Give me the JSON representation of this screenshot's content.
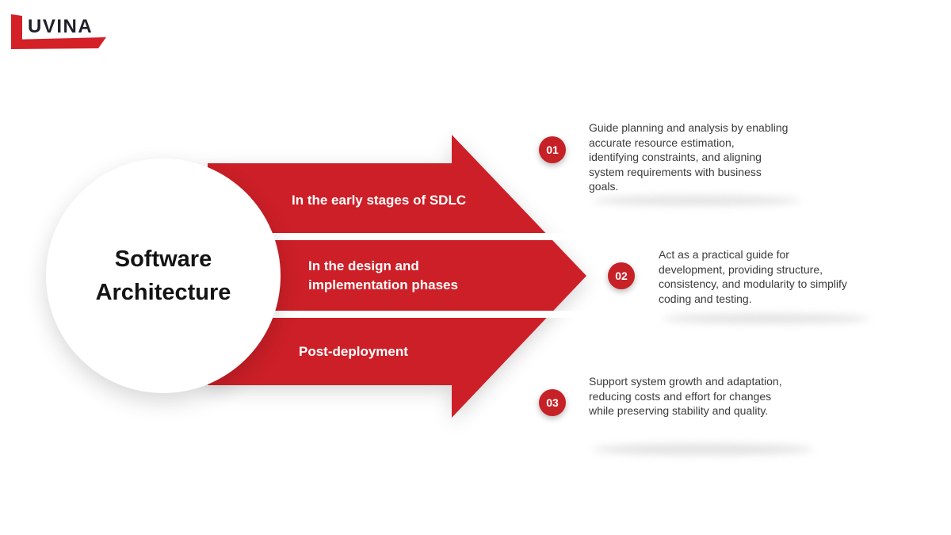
{
  "logo": {
    "text": "UVINA"
  },
  "title": {
    "text": "Software\nArchitecture"
  },
  "phases": [
    {
      "number": "01",
      "label": "In the early stages of SDLC",
      "description": "Guide planning and analysis by enabling\naccurate resource estimation,\nidentifying constraints, and aligning\nsystem requirements with business\ngoals."
    },
    {
      "number": "02",
      "label": "In the design and\nimplementation phases",
      "description": "Act as a practical guide for\ndevelopment, providing structure,\nconsistency, and modularity to simplify\ncoding and testing."
    },
    {
      "number": "03",
      "label": "Post-deployment",
      "description": "Support system growth and adaptation,\nreducing costs and effort for changes\nwhile preserving stability and quality."
    }
  ],
  "colors": {
    "red": "#cd1f27",
    "badge": "#c62127",
    "logo_red": "#d42027",
    "white": "#ffffff"
  }
}
